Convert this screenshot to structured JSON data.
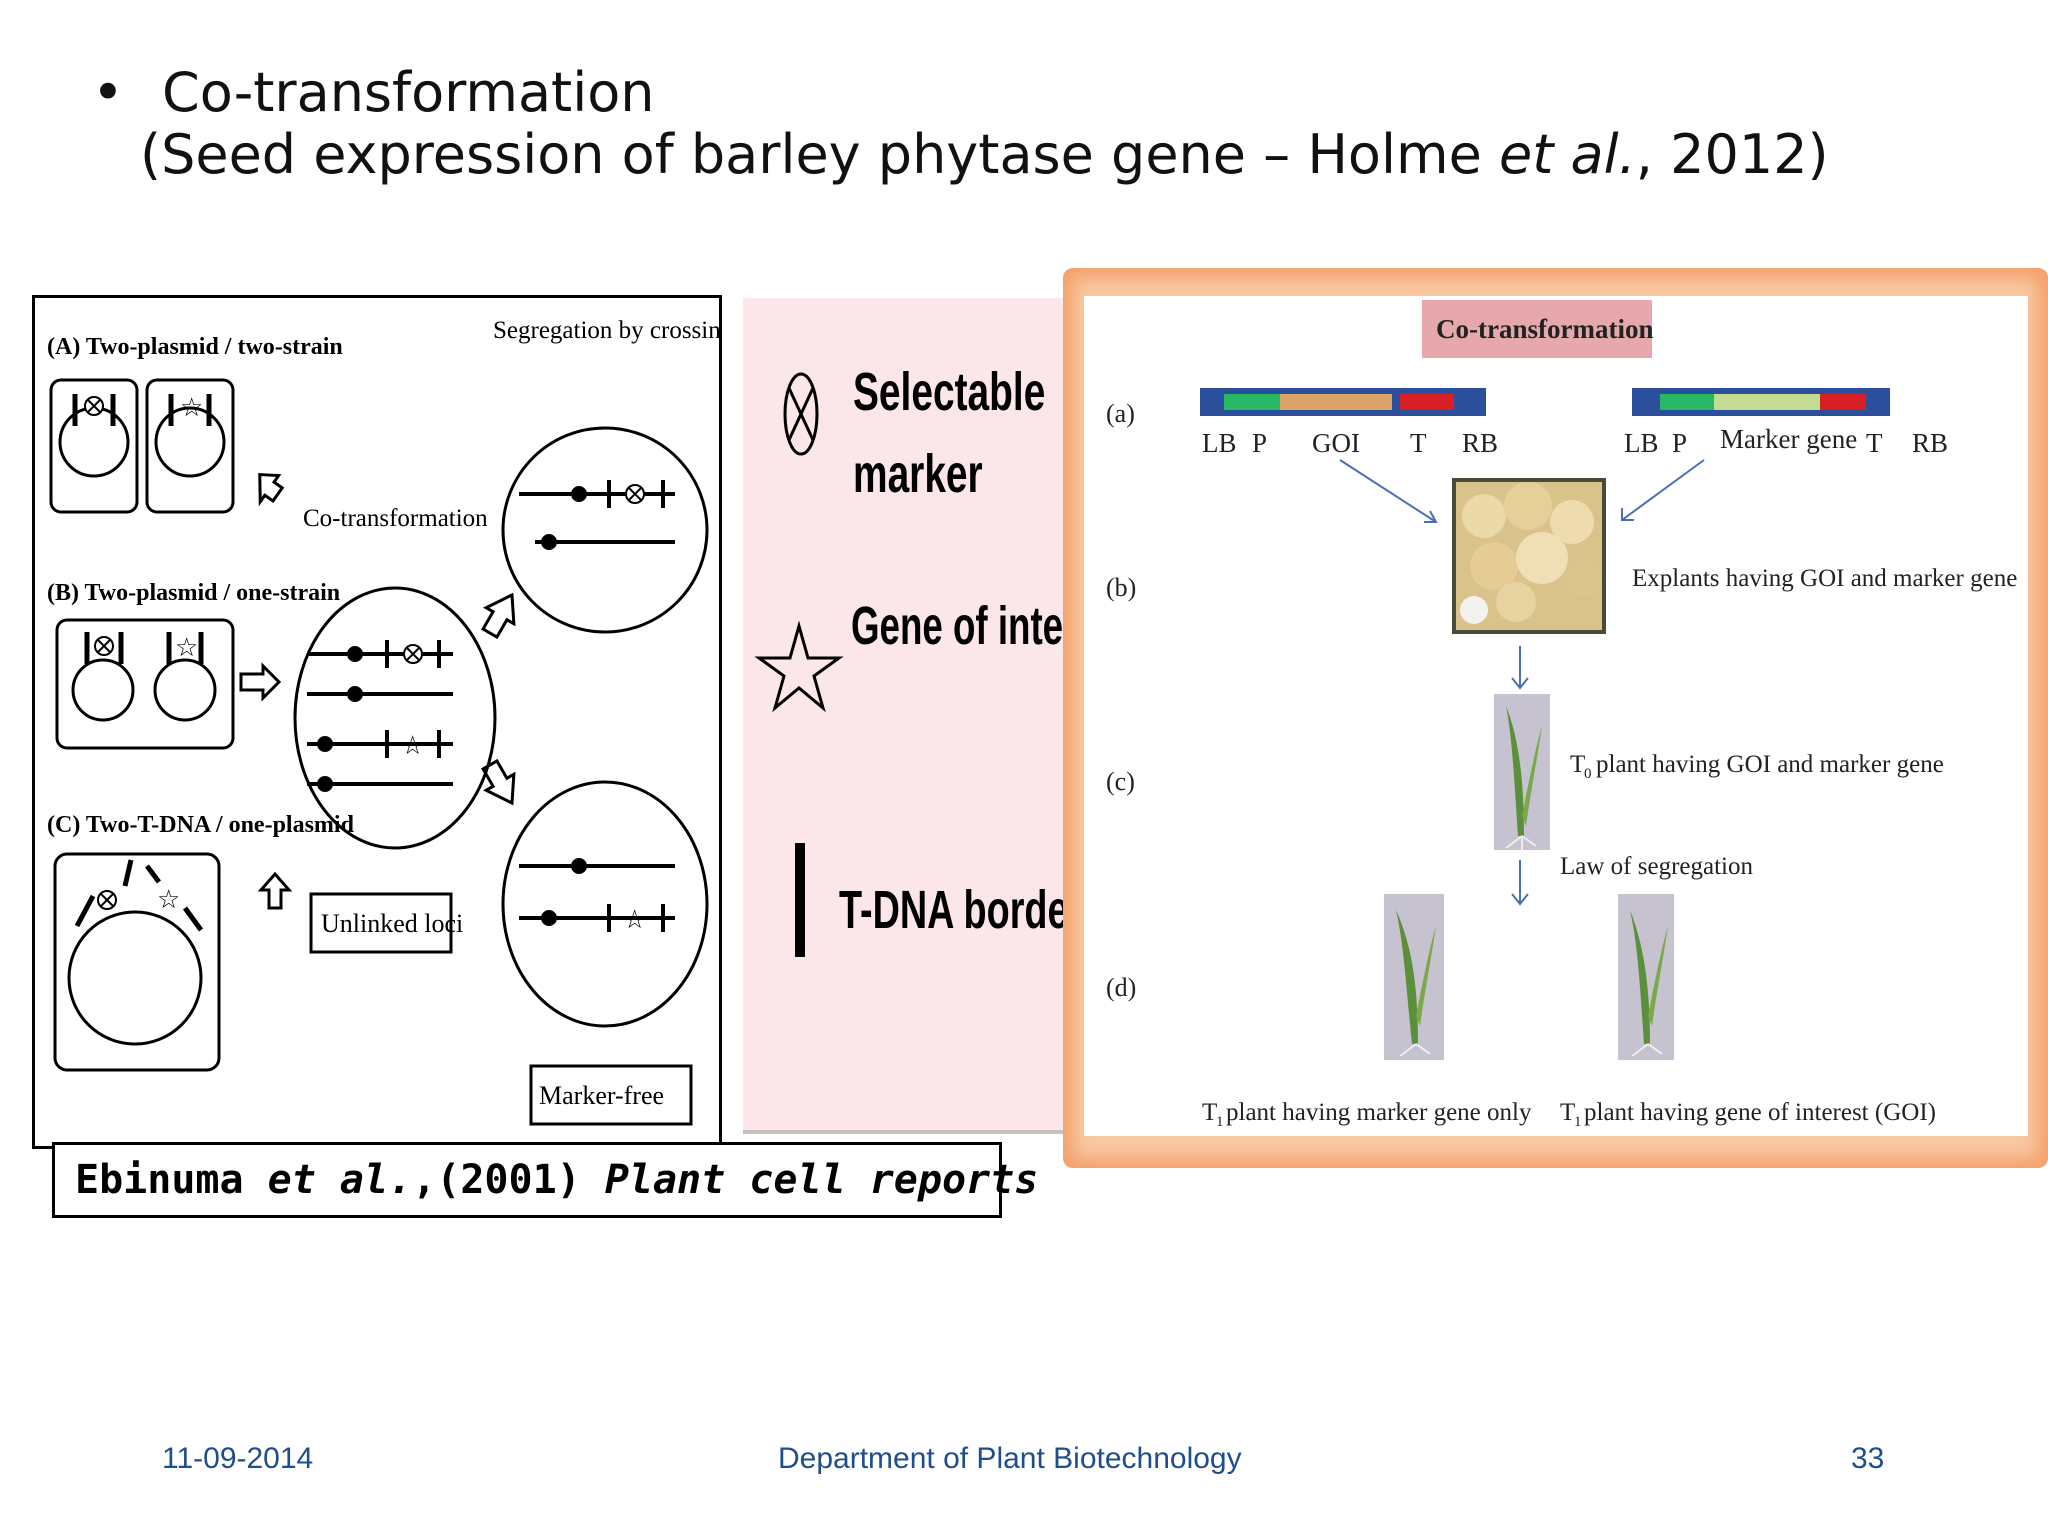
{
  "title": {
    "bullet": "•",
    "line1": "Co-transformation",
    "line2_a": "(Seed expression of barley phytase gene – Holme ",
    "line2_b": "et al.",
    "line2_c": ", 2012)"
  },
  "left_figure": {
    "label_a": "(A) Two-plasmid / two-strain",
    "label_b": "(B) Two-plasmid / one-strain",
    "label_c": "(C) Two-T-DNA / one-plasmid",
    "segregation": "Segregation by crossing",
    "cotransformation": "Co-transformation",
    "unlinked": "Unlinked loci",
    "marker_free": "Marker-free"
  },
  "legend": {
    "selectable_1": "Selectable",
    "selectable_2": "marker",
    "gene_of_interest": "Gene of interest",
    "tdna_border": "T-DNA border"
  },
  "right_figure": {
    "title": "Co-transformation",
    "step_a": "(a)",
    "step_b": "(b)",
    "step_c": "(c)",
    "step_d": "(d)",
    "lb1": "LB",
    "p1": "P",
    "goi": "GOI",
    "t1": "T",
    "rb1": "RB",
    "lb2": "LB",
    "p2": "P",
    "marker_gene": "Marker gene",
    "t2": "T",
    "rb2": "RB",
    "explants": "Explants  having GOI and marker gene",
    "t0_plant": "plant having GOI and marker gene",
    "t0_sub": "0",
    "law": "Law of segregation",
    "t1_marker": "plant having marker gene only",
    "t1_goi": "plant having gene of interest (GOI)",
    "t_letter": "T",
    "t1_sub": "1"
  },
  "citation": {
    "authors": "Ebinuma ",
    "etal": "et al.",
    "year": ",(2001) ",
    "journal": "Plant cell reports"
  },
  "footer": {
    "date": "11-09-2014",
    "department": "Department of Plant Biotechnology",
    "page": "33"
  }
}
